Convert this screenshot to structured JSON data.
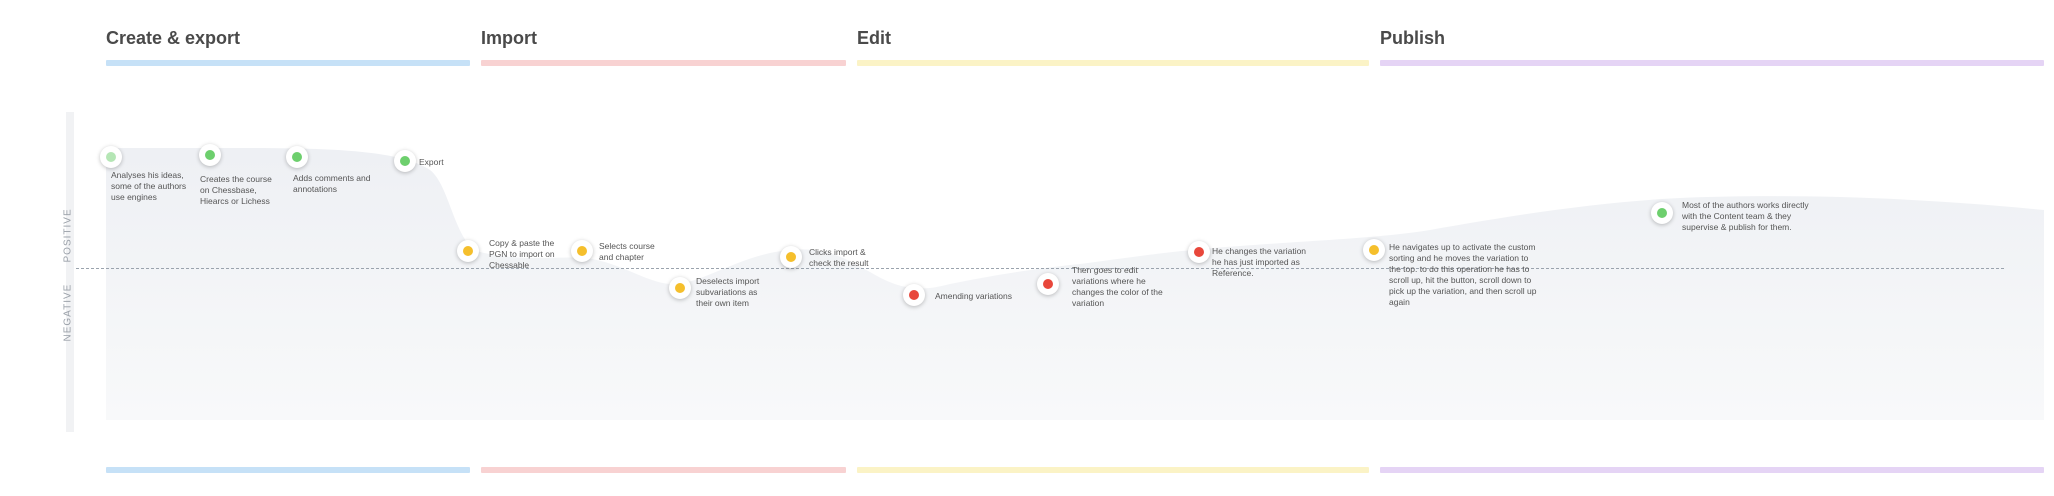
{
  "colors": {
    "positive": "#6dcf6d",
    "positive_light": "#b5e6b5",
    "neutral": "#f5bf2c",
    "negative": "#e8473b"
  },
  "axis": {
    "positive_label": "POSITIVE",
    "negative_label": "NEGATIVE"
  },
  "phases": [
    {
      "title": "Create & export",
      "color": "#c6e1f7"
    },
    {
      "title": "Import",
      "color": "#f8d2d2"
    },
    {
      "title": "Edit",
      "color": "#fbf3c6"
    },
    {
      "title": "Publish",
      "color": "#e5d4f5"
    }
  ],
  "steps": [
    {
      "text": "Analyses his ideas, some of the authors use engines",
      "sentiment": "positive_light"
    },
    {
      "text": "Creates the course on Chessbase, Hiearcs or Lichess",
      "sentiment": "positive"
    },
    {
      "text": "Adds comments and annotations",
      "sentiment": "positive"
    },
    {
      "text": "Export",
      "sentiment": "positive"
    },
    {
      "text": "Copy & paste the PGN to import on Chessable",
      "sentiment": "neutral"
    },
    {
      "text": "Selects course and chapter",
      "sentiment": "neutral"
    },
    {
      "text": "Deselects import subvariations as their own item",
      "sentiment": "neutral"
    },
    {
      "text": "Clicks import & check the result",
      "sentiment": "neutral"
    },
    {
      "text": "Amending variations",
      "sentiment": "negative"
    },
    {
      "text": "Then goes to edit variations where he changes the color of the variation",
      "sentiment": "negative"
    },
    {
      "text": "He changes the variation he has just imported as Reference.",
      "sentiment": "negative"
    },
    {
      "text": "He navigates up to activate the custom sorting and he moves the variation to the top. to do this operation he has to scroll up, hit the button, scroll down to pick up the variation, and then scroll up again",
      "sentiment": "neutral"
    },
    {
      "text": "Most of the authors works directly with the Content team & they supervise & publish for them.",
      "sentiment": "positive"
    }
  ]
}
